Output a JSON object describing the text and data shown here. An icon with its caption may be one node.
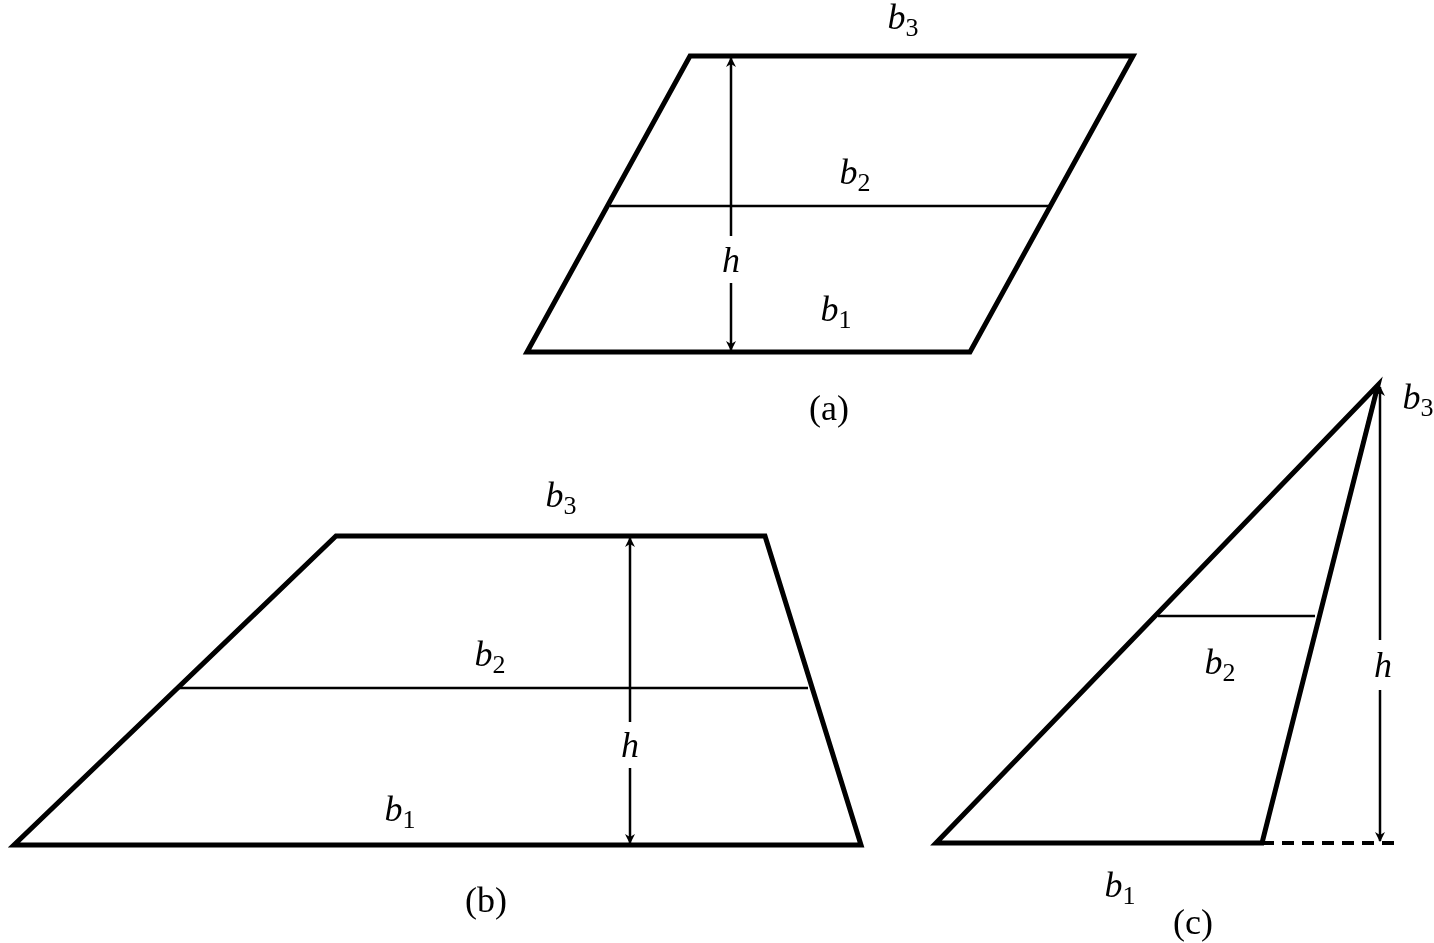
{
  "diagram": {
    "nodes": [
      {
        "text": [
          "b$_{3}$",
          "b$_{2}$",
          "h",
          "b$_{1}$"
        ],
        "beside": [
          "(a)"
        ]
      },
      {
        "text": [
          "b$_{3}$",
          "b$_{2}$",
          "h",
          "b$_{1}$"
        ],
        "beside": [
          "(b)"
        ]
      },
      {
        "text": [
          "b$_{3}$",
          "b$_{2}$",
          "b$_{1}$"
        ],
        "beside": [
          "h",
          "(c)"
        ]
      }
    ]
  }
}
